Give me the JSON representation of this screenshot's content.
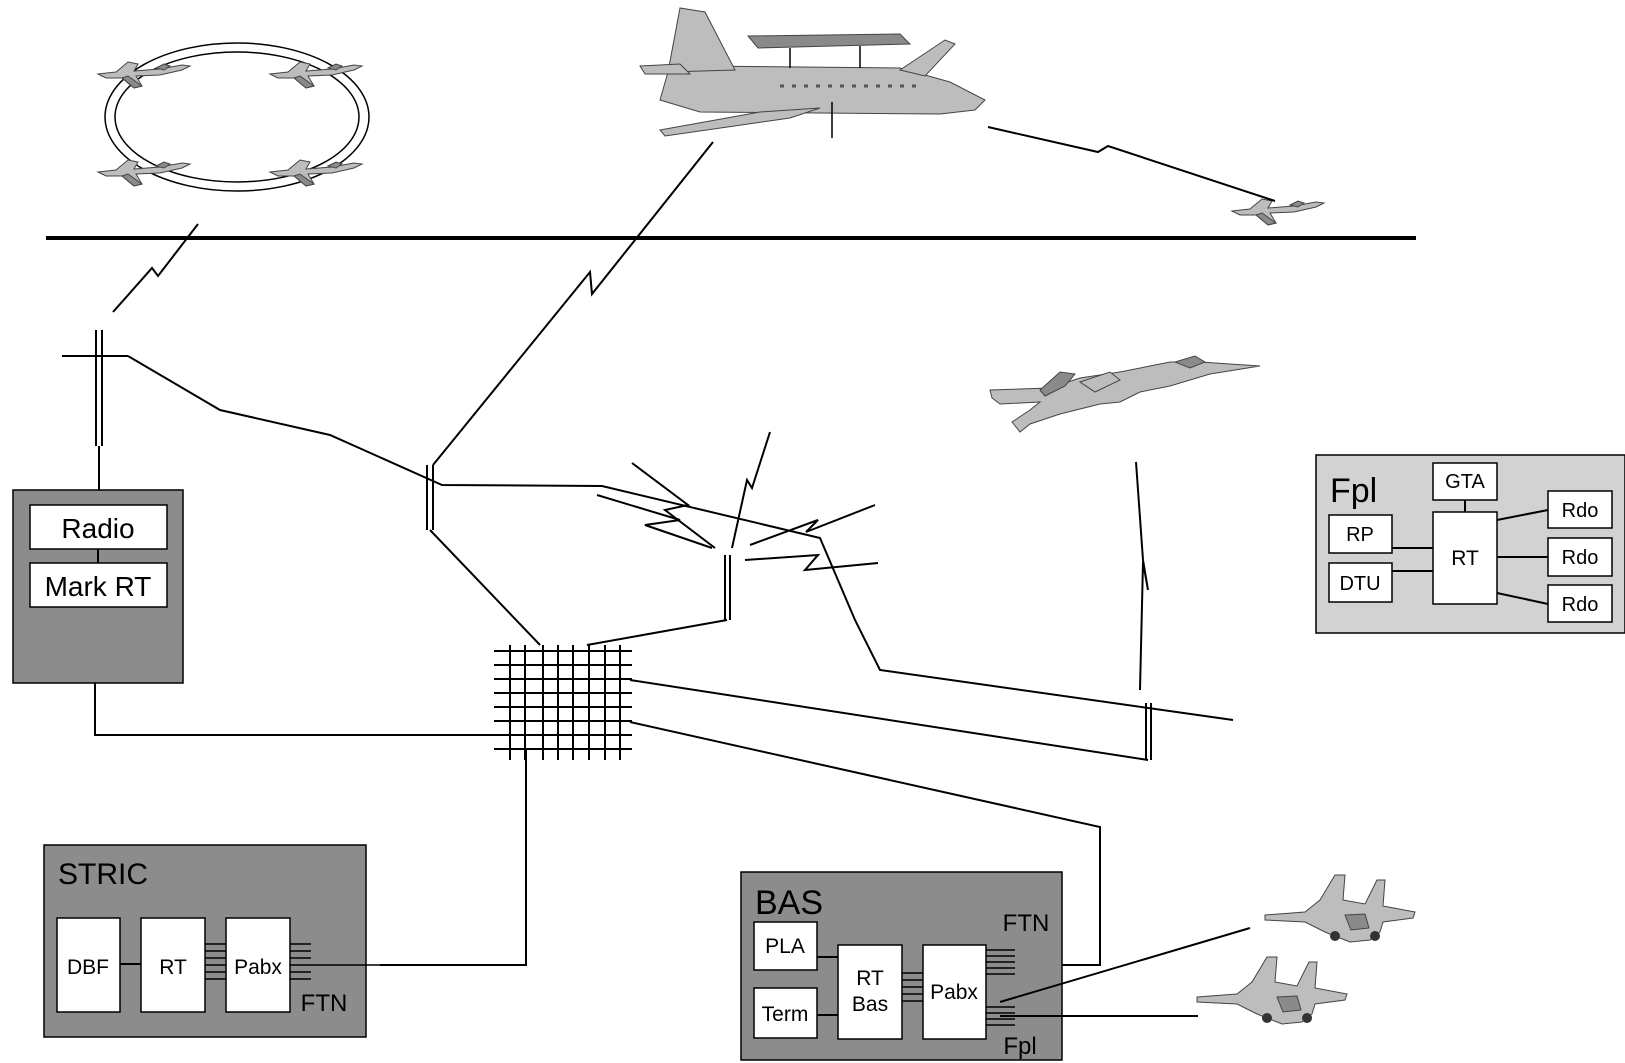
{
  "radio_station": {
    "radio_label": "Radio",
    "mark_rt_label": "Mark RT"
  },
  "stric": {
    "title": "STRIC",
    "dbf_label": "DBF",
    "rt_label": "RT",
    "pabx_label": "Pabx",
    "ftn_label": "FTN"
  },
  "bas": {
    "title": "BAS",
    "pla_label": "PLA",
    "term_label": "Term",
    "rt_bas_line1": "RT",
    "rt_bas_line2": "Bas",
    "pabx_label": "Pabx",
    "ftn_label": "FTN",
    "fpl_label": "Fpl"
  },
  "fpl_panel": {
    "title": "Fpl",
    "gta_label": "GTA",
    "rp_label": "RP",
    "dtu_label": "DTU",
    "rt_label": "RT",
    "rdo1_label": "Rdo",
    "rdo2_label": "Rdo",
    "rdo3_label": "Rdo"
  },
  "colors": {
    "panel_dark": "#8c8c8c",
    "panel_light": "#d2d2d2",
    "aircraft": "#bdbdbd"
  }
}
